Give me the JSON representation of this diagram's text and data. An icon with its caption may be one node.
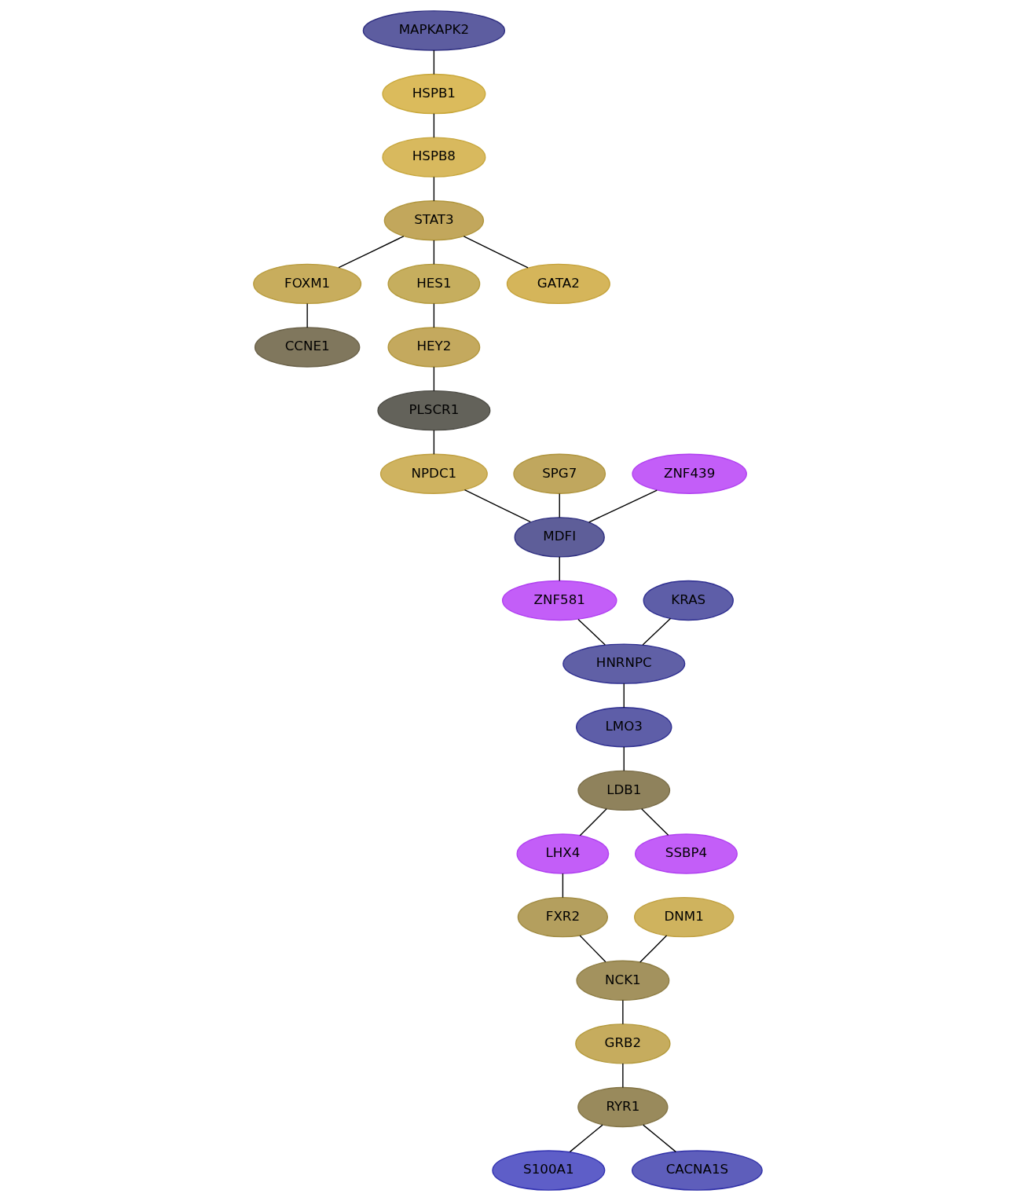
{
  "diagram": {
    "nodes": [
      {
        "text": [
          "MAPKAPK2"
        ]
      },
      {
        "text": [
          "HSPB1"
        ]
      },
      {
        "text": [
          "HSPB8"
        ]
      },
      {
        "text": [
          "STAT3"
        ]
      },
      {
        "text": [
          "FOXM1"
        ]
      },
      {
        "text": [
          "CCNE1"
        ]
      },
      {
        "text": [
          "HES1"
        ]
      },
      {
        "text": [
          "GATA2"
        ]
      },
      {
        "text": [
          "HEY2"
        ]
      },
      {
        "text": [
          "SPG7"
        ]
      },
      {
        "text": [
          "PLSCR1"
        ]
      },
      {
        "text": [
          "ZNF439"
        ]
      },
      {
        "text": [
          "NPDC1"
        ]
      },
      {
        "text": [
          "MDFI"
        ]
      },
      {
        "text": [
          "ZNF581"
        ]
      },
      {
        "text": [
          "KRAS"
        ]
      },
      {
        "text": [
          "HNRNPC"
        ]
      },
      {
        "text": [
          "LMO3"
        ]
      },
      {
        "text": [
          "LDB1"
        ]
      },
      {
        "text": [
          "LHX4"
        ]
      },
      {
        "text": [
          "SSBP4"
        ]
      },
      {
        "text": [
          "FXR2"
        ]
      },
      {
        "text": [
          "DNM1"
        ]
      },
      {
        "text": [
          "NCK1"
        ]
      },
      {
        "text": [
          "GRB2"
        ]
      },
      {
        "text": [
          "RYR1"
        ]
      },
      {
        "text": [
          "S100A1"
        ]
      },
      {
        "text": [
          "CACNA1S"
        ]
      }
    ],
    "edges": [
      {
        "from": 0,
        "to": 1,
        "arrow": "none"
      },
      {
        "from": 1,
        "to": 2,
        "arrow": "none"
      },
      {
        "from": 2,
        "to": 3,
        "arrow": "none"
      },
      {
        "from": 3,
        "to": 4,
        "arrow": "none"
      },
      {
        "from": 4,
        "to": 5,
        "arrow": "none"
      },
      {
        "from": 3,
        "to": 6,
        "arrow": "none"
      },
      {
        "from": 3,
        "to": 7,
        "arrow": "none"
      },
      {
        "from": 6,
        "to": 8,
        "arrow": "none"
      },
      {
        "from": 8,
        "to": 10,
        "arrow": "none"
      },
      {
        "from": 10,
        "to": 12,
        "arrow": "none"
      },
      {
        "from": 12,
        "to": 13,
        "arrow": "none"
      },
      {
        "from": 9,
        "to": 13,
        "arrow": "none"
      },
      {
        "from": 11,
        "to": 13,
        "arrow": "none"
      },
      {
        "from": 13,
        "to": 14,
        "arrow": "none"
      },
      {
        "from": 14,
        "to": 16,
        "arrow": "none"
      },
      {
        "from": 15,
        "to": 16,
        "arrow": "none"
      },
      {
        "from": 16,
        "to": 17,
        "arrow": "none"
      },
      {
        "from": 17,
        "to": 18,
        "arrow": "none"
      },
      {
        "from": 18,
        "to": 19,
        "arrow": "none"
      },
      {
        "from": 18,
        "to": 20,
        "arrow": "none"
      },
      {
        "from": 19,
        "to": 21,
        "arrow": "none"
      },
      {
        "from": 21,
        "to": 23,
        "arrow": "none"
      },
      {
        "from": 22,
        "to": 23,
        "arrow": "none"
      },
      {
        "from": 23,
        "to": 24,
        "arrow": "none"
      },
      {
        "from": 24,
        "to": 25,
        "arrow": "none"
      },
      {
        "from": 25,
        "to": 26,
        "arrow": "none"
      },
      {
        "from": 25,
        "to": 27,
        "arrow": "none"
      }
    ]
  }
}
